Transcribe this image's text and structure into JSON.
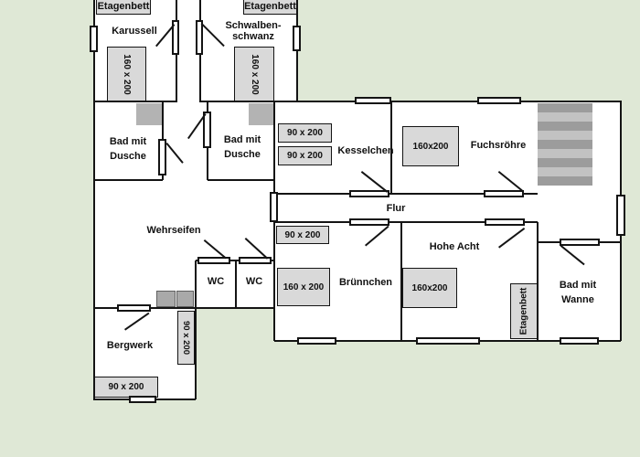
{
  "rooms": {
    "karussell": {
      "name": "Karussell",
      "bunk": "Etagenbett",
      "bed": "160 x 200"
    },
    "schwalbenschwanz": {
      "name_line1": "Schwalben-",
      "name_line2": "schwanz",
      "bunk": "Etagenbett",
      "bed": "160 x 200"
    },
    "bad_dusche_links": {
      "name_line1": "Bad mit",
      "name_line2": "Dusche"
    },
    "bad_dusche_rechts": {
      "name_line1": "Bad mit",
      "name_line2": "Dusche"
    },
    "kesselchen": {
      "name": "Kesselchen",
      "beds": [
        "90 x 200",
        "90 x 200"
      ]
    },
    "fuchsroehre": {
      "name": "Fuchsröhre",
      "bed": "160x200"
    },
    "flur": {
      "name": "Flur"
    },
    "wehrseifen": {
      "name": "Wehrseifen"
    },
    "wc_links": {
      "name": "WC"
    },
    "wc_rechts": {
      "name": "WC"
    },
    "bruennchen": {
      "name": "Brünnchen",
      "beds": [
        "90 x 200",
        "160 x 200"
      ]
    },
    "hohe_acht": {
      "name": "Hohe Acht",
      "bed": "160x200",
      "bunk": "Etagenbett"
    },
    "bad_wanne": {
      "name_line1": "Bad mit",
      "name_line2": "Wanne"
    },
    "bergwerk": {
      "name": "Bergwerk",
      "beds": [
        "90 x 200",
        "90 x 200"
      ]
    }
  },
  "colors": {
    "background": "#dfe8d6",
    "floor": "#ffffff",
    "wall": "#141414",
    "furniture": "#d9d9d9",
    "fixture": "#b3b3b3",
    "stair_dark": "#9c9c9c",
    "stair_light": "#c2c2c2"
  }
}
